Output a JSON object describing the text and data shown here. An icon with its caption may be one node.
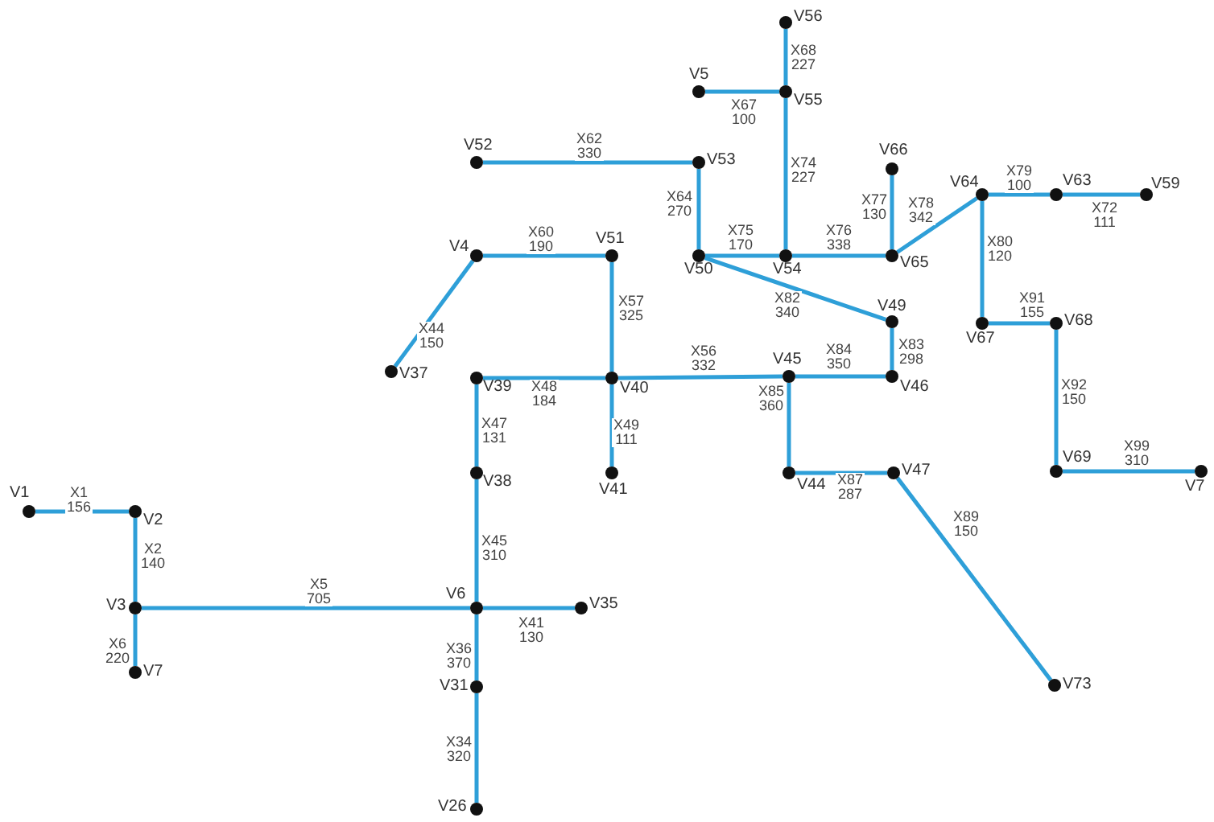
{
  "diagram": {
    "nodes": [
      {
        "text": [
          "V1"
        ]
      },
      {
        "text": [
          "V2"
        ]
      },
      {
        "text": [
          "V3"
        ]
      },
      {
        "text": [
          "V7"
        ]
      },
      {
        "text": [
          "V6"
        ]
      },
      {
        "text": [
          "V35"
        ]
      },
      {
        "text": [
          "V31"
        ]
      },
      {
        "text": [
          "V26"
        ]
      },
      {
        "text": [
          "V38"
        ]
      },
      {
        "text": [
          "V39"
        ]
      },
      {
        "text": [
          "V40"
        ]
      },
      {
        "text": [
          "V41"
        ]
      },
      {
        "text": [
          "V37"
        ]
      },
      {
        "text": [
          "V4"
        ]
      },
      {
        "text": [
          "V51"
        ]
      },
      {
        "text": [
          "V52"
        ]
      },
      {
        "text": [
          "V53"
        ]
      },
      {
        "text": [
          "V50"
        ]
      },
      {
        "text": [
          "V5"
        ]
      },
      {
        "text": [
          "V55"
        ]
      },
      {
        "text": [
          "V56"
        ]
      },
      {
        "text": [
          "V54"
        ]
      },
      {
        "text": [
          "V65"
        ]
      },
      {
        "text": [
          "V66"
        ]
      },
      {
        "text": [
          "V49"
        ]
      },
      {
        "text": [
          "V46"
        ]
      },
      {
        "text": [
          "V45"
        ]
      },
      {
        "text": [
          "V44"
        ]
      },
      {
        "text": [
          "V47"
        ]
      },
      {
        "text": [
          "V73"
        ]
      },
      {
        "text": [
          "V64"
        ]
      },
      {
        "text": [
          "V63"
        ]
      },
      {
        "text": [
          "V59"
        ]
      },
      {
        "text": [
          "V67"
        ]
      },
      {
        "text": [
          "V68"
        ]
      },
      {
        "text": [
          "V69"
        ]
      },
      {
        "text": [
          "V7"
        ]
      }
    ],
    "edges": [
      {
        "from": 0,
        "to": 1,
        "arrow": "none",
        "label": "X1 156"
      },
      {
        "from": 1,
        "to": 2,
        "arrow": "none",
        "label": "X2 140"
      },
      {
        "from": 2,
        "to": 4,
        "arrow": "none",
        "label": "X5 705"
      },
      {
        "from": 2,
        "to": 3,
        "arrow": "none",
        "label": "X6 220"
      },
      {
        "from": 4,
        "to": 5,
        "arrow": "none",
        "label": "X41 130"
      },
      {
        "from": 4,
        "to": 6,
        "arrow": "none",
        "label": "X36 370"
      },
      {
        "from": 6,
        "to": 7,
        "arrow": "none",
        "label": "X34 320"
      },
      {
        "from": 8,
        "to": 4,
        "arrow": "none",
        "label": "X45 310"
      },
      {
        "from": 9,
        "to": 8,
        "arrow": "none",
        "label": "X47 131"
      },
      {
        "from": 9,
        "to": 10,
        "arrow": "none",
        "label": "X48 184"
      },
      {
        "from": 10,
        "to": 11,
        "arrow": "none",
        "label": "X49 111"
      },
      {
        "from": 13,
        "to": 12,
        "arrow": "none",
        "label": "X44 150"
      },
      {
        "from": 13,
        "to": 14,
        "arrow": "none",
        "label": "X60 190"
      },
      {
        "from": 14,
        "to": 10,
        "arrow": "none",
        "label": "X57 325"
      },
      {
        "from": 10,
        "to": 26,
        "arrow": "none",
        "label": "X56 332"
      },
      {
        "from": 15,
        "to": 16,
        "arrow": "none",
        "label": "X62 330"
      },
      {
        "from": 16,
        "to": 17,
        "arrow": "none",
        "label": "X64 270"
      },
      {
        "from": 18,
        "to": 19,
        "arrow": "none",
        "label": "X67 100"
      },
      {
        "from": 19,
        "to": 20,
        "arrow": "none",
        "label": "X68 227"
      },
      {
        "from": 19,
        "to": 21,
        "arrow": "none",
        "label": "X74 227"
      },
      {
        "from": 17,
        "to": 21,
        "arrow": "none",
        "label": "X75 170"
      },
      {
        "from": 21,
        "to": 22,
        "arrow": "none",
        "label": "X76 338"
      },
      {
        "from": 22,
        "to": 23,
        "arrow": "none",
        "label": "X77 130"
      },
      {
        "from": 22,
        "to": 30,
        "arrow": "none",
        "label": "X78 342"
      },
      {
        "from": 17,
        "to": 24,
        "arrow": "none",
        "label": "X82 340"
      },
      {
        "from": 24,
        "to": 25,
        "arrow": "none",
        "label": "X83 298"
      },
      {
        "from": 26,
        "to": 25,
        "arrow": "none",
        "label": "X84 350"
      },
      {
        "from": 26,
        "to": 27,
        "arrow": "none",
        "label": "X85 360"
      },
      {
        "from": 27,
        "to": 28,
        "arrow": "none",
        "label": "X87 287"
      },
      {
        "from": 28,
        "to": 29,
        "arrow": "none",
        "label": "X89 150"
      },
      {
        "from": 30,
        "to": 31,
        "arrow": "none",
        "label": "X79 100"
      },
      {
        "from": 31,
        "to": 32,
        "arrow": "none",
        "label": "X72 111"
      },
      {
        "from": 30,
        "to": 33,
        "arrow": "none",
        "label": "X80 120"
      },
      {
        "from": 33,
        "to": 34,
        "arrow": "none",
        "label": "X91 155"
      },
      {
        "from": 34,
        "to": 35,
        "arrow": "none",
        "label": "X92 150"
      },
      {
        "from": 35,
        "to": 36,
        "arrow": "none",
        "label": "X99 310"
      }
    ]
  }
}
